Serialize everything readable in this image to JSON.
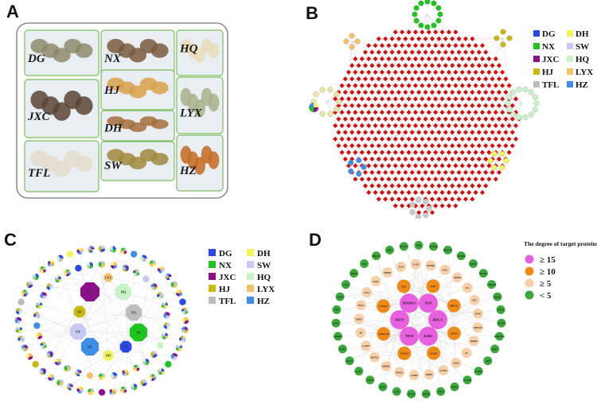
{
  "panels": {
    "a": {
      "letter": "A"
    },
    "b": {
      "letter": "B"
    },
    "c": {
      "letter": "C"
    },
    "d": {
      "letter": "D"
    }
  },
  "herbs": [
    {
      "code": "DG",
      "color": "#2b47e6"
    },
    {
      "code": "NX",
      "color": "#1fc51f"
    },
    {
      "code": "JXC",
      "color": "#8c108c"
    },
    {
      "code": "HJ",
      "color": "#c9b90f"
    },
    {
      "code": "TFL",
      "color": "#bdbdbd"
    },
    {
      "code": "DH",
      "color": "#f4f35a"
    },
    {
      "code": "SW",
      "color": "#c9c9f6"
    },
    {
      "code": "HQ",
      "color": "#c8f3c8"
    },
    {
      "code": "LYX",
      "color": "#f5c26a"
    },
    {
      "code": "HZ",
      "color": "#3d8ee6"
    }
  ],
  "photos": [
    {
      "label": "DG",
      "tone": "#8d8a6a"
    },
    {
      "label": "NX",
      "tone": "#7a5a3e"
    },
    {
      "label": "HQ",
      "tone": "#e7dcb8"
    },
    {
      "label": "HJ",
      "tone": "#d9a04a"
    },
    {
      "label": "JXC",
      "tone": "#5a4436"
    },
    {
      "label": "DH",
      "tone": "#a46f3e"
    },
    {
      "label": "LYX",
      "tone": "#a8b08a"
    },
    {
      "label": "TFL",
      "tone": "#e4dccb"
    },
    {
      "label": "SW",
      "tone": "#a0883c"
    },
    {
      "label": "HZ",
      "tone": "#c36a1e"
    }
  ],
  "panel_c": {
    "hub_labels": [
      "JXC",
      "HQ",
      "HJ",
      "TFL",
      "SW",
      "NX",
      "HZ",
      "DG",
      "DH",
      "LYX"
    ]
  },
  "panel_d": {
    "legend_title": "The degree of target proteins",
    "legend": [
      {
        "label": "≥ 15",
        "color": "#e85fe0"
      },
      {
        "label": "≥ 10",
        "color": "#ef8a17"
      },
      {
        "label": "≥ 5",
        "color": "#f7cfa8"
      },
      {
        "label": "< 5",
        "color": "#3aa83a"
      }
    ],
    "core_nodes": [
      "MAPK1",
      "JUN",
      "RELA",
      "ESR1",
      "TP53",
      "AKT1"
    ],
    "orange_nodes": [
      "IL6",
      "BAD",
      "HIF1A",
      "STAT1",
      "EGFR",
      "VEGFA",
      "CDKN1A",
      "CASP3"
    ],
    "peach_nodes": [
      "IL1A",
      "IL1B",
      "IGFBP3",
      "IGF2",
      "MMP9",
      "IL2",
      "FN1",
      "IFNG",
      "CDKN2A",
      "MDM2",
      "ST",
      "NOS3",
      "CCND1",
      "MMP2",
      "CASP8",
      "PTGS2",
      "ERBB2",
      "RUNX2",
      "CASP7",
      "AR",
      "SIRT1",
      "BCL2",
      "CCL2",
      "NOS2",
      "MMP3"
    ],
    "green_nodes": [
      "KDR",
      "ICAM1",
      "HCRTR2",
      "MAPK8",
      "PTEN",
      "NFE2L2",
      "CDKN2B",
      "PPARG",
      "PTGS1",
      "ALOX5",
      "SERPINE1",
      "BAX",
      "APP",
      "NCAM1",
      "VCAM1",
      "CHEK1",
      "MPO",
      "GSK3B",
      "PIK3CG",
      "ALB",
      "SELE",
      "TOP2A",
      "CAT",
      "MCL1",
      "SOD1",
      "CHRM1",
      "CDK2",
      "CRP",
      "CASP9",
      "CES1",
      "PPARA",
      "TNF",
      "HMOX1",
      "SPP1",
      "BCL2L1"
    ]
  }
}
